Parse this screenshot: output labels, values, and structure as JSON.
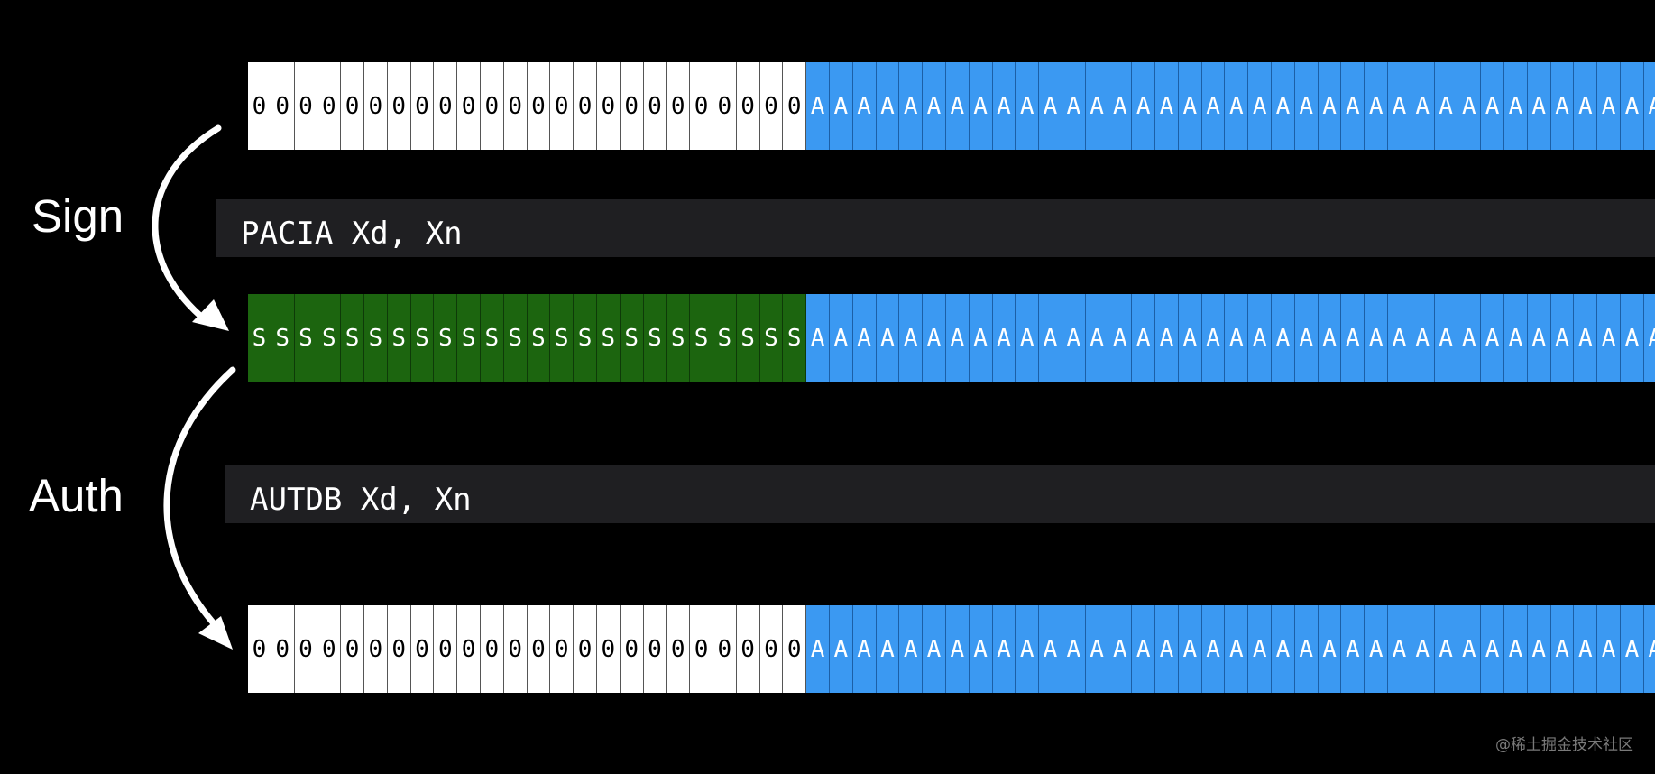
{
  "labels": {
    "sign": "Sign",
    "auth": "Auth"
  },
  "instructions": {
    "sign": "PACIA Xd, Xn",
    "auth": "AUTDB Xd, Xn"
  },
  "rows": {
    "top": {
      "prefix_char": "0",
      "prefix_count": 24,
      "prefix_kind": "zero",
      "addr_char": "A",
      "addr_count": 37
    },
    "middle": {
      "prefix_char": "S",
      "prefix_count": 24,
      "prefix_kind": "sig",
      "addr_char": "A",
      "addr_count": 37
    },
    "bottom": {
      "prefix_char": "0",
      "prefix_count": 24,
      "prefix_kind": "zero",
      "addr_char": "A",
      "addr_count": 37
    }
  },
  "colors": {
    "background": "#000000",
    "zero_bits": "#ffffff",
    "signature_bits": "#1c650f",
    "address_bits": "#3b99f2",
    "instruction_bar": "#1f1f22"
  },
  "watermark": "@稀土掘金技术社区"
}
